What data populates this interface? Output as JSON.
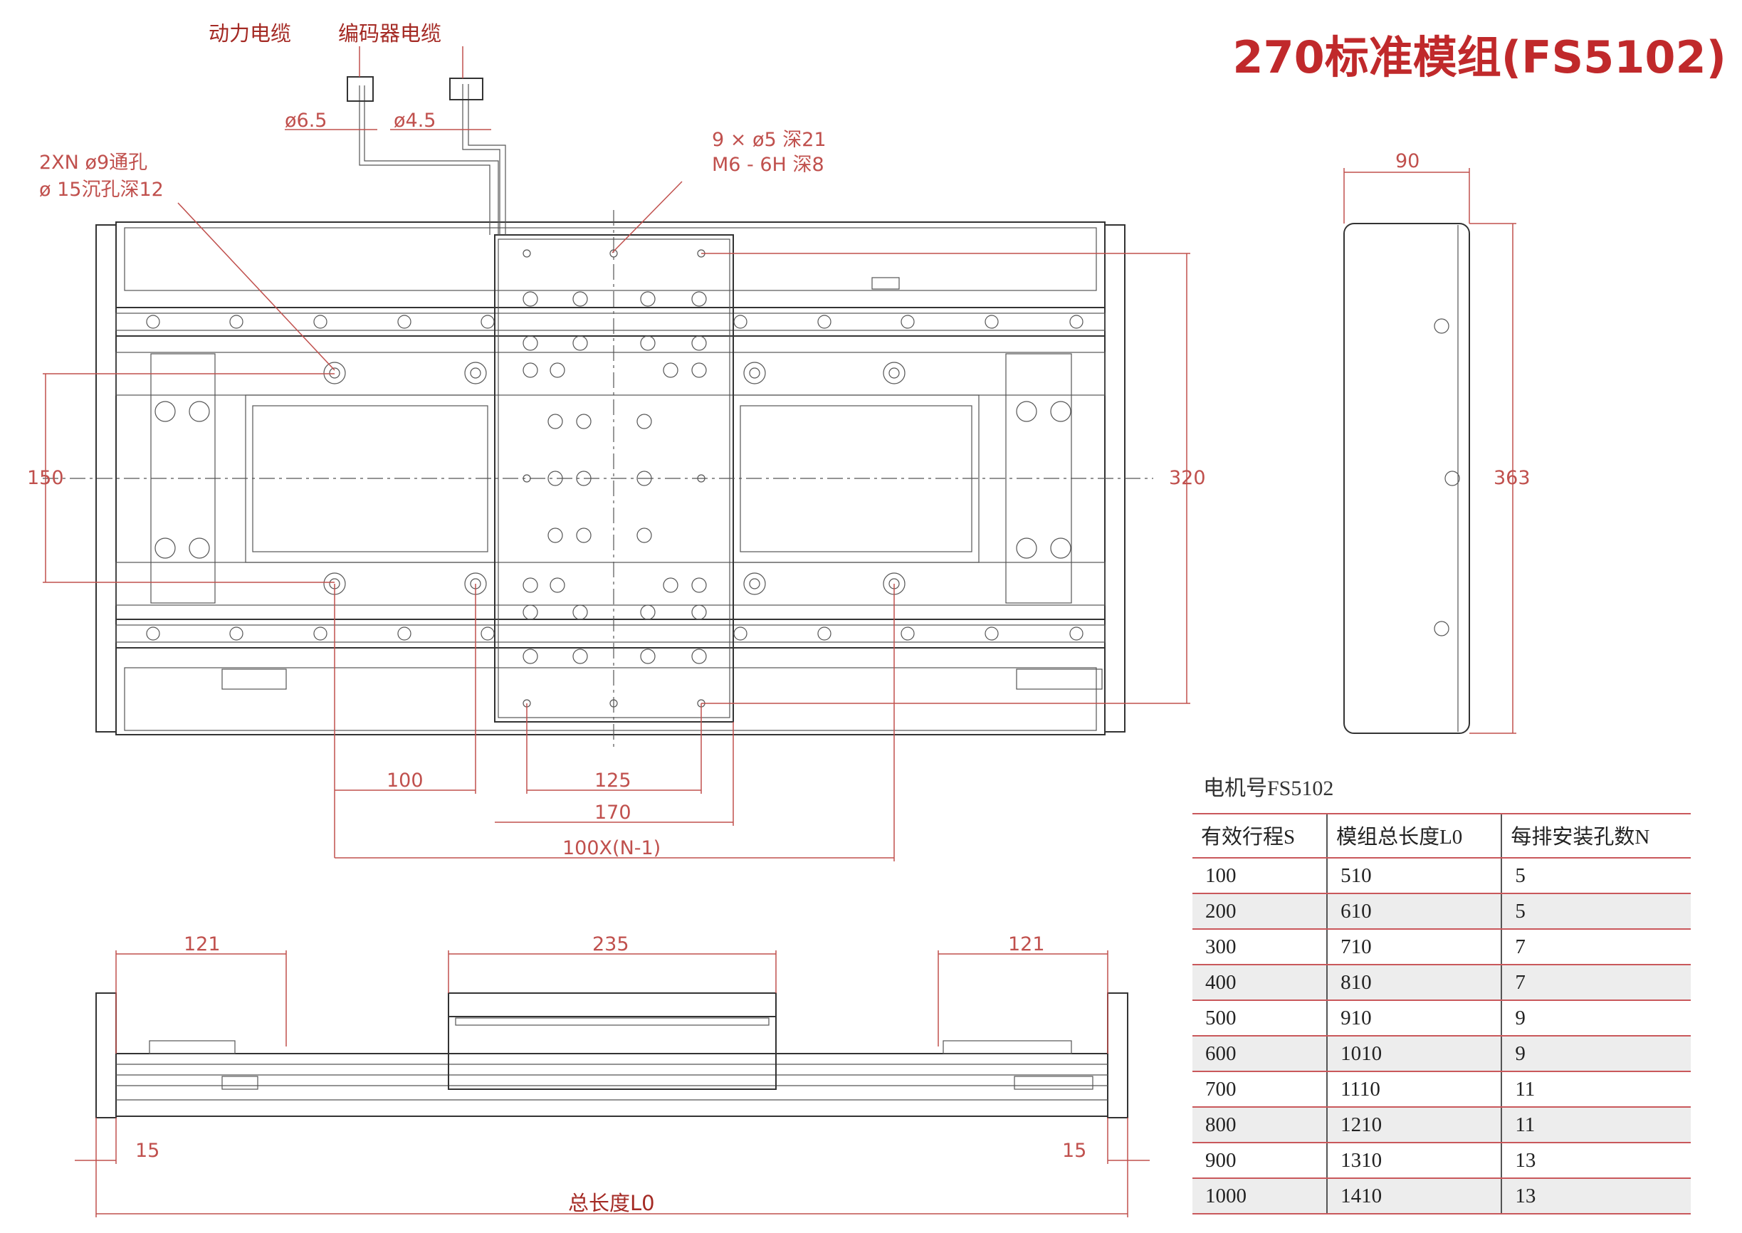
{
  "title": "270标准模组(FS5102)",
  "cables": {
    "power": "动力电缆",
    "encoder": "编码器电缆",
    "power_dia": "ø6.5",
    "encoder_dia": "ø4.5"
  },
  "callouts": {
    "holes_line1": "2XN  ø9通孔",
    "holes_line2": "ø 15沉孔深12",
    "tapped_line1": "9 × ø5 深21",
    "tapped_line2": "M6 - 6H 深8"
  },
  "dims": {
    "d150": "150",
    "d320": "320",
    "d363": "363",
    "d90": "90",
    "d100": "100",
    "d125": "125",
    "d170": "170",
    "d100n": "100X(N-1)",
    "d121l": "121",
    "d235": "235",
    "d121r": "121",
    "d15l": "15",
    "d15r": "15",
    "total": "总长度L0"
  },
  "table": {
    "motor": "电机号FS5102",
    "headers": [
      "有效行程S",
      "模组总长度L0",
      "每排安装孔数N"
    ],
    "rows": [
      [
        "100",
        "510",
        "5"
      ],
      [
        "200",
        "610",
        "5"
      ],
      [
        "300",
        "710",
        "7"
      ],
      [
        "400",
        "810",
        "7"
      ],
      [
        "500",
        "910",
        "9"
      ],
      [
        "600",
        "1010",
        "9"
      ],
      [
        "700",
        "1110",
        "11"
      ],
      [
        "800",
        "1210",
        "11"
      ],
      [
        "900",
        "1310",
        "13"
      ],
      [
        "1000",
        "1410",
        "13"
      ]
    ]
  }
}
